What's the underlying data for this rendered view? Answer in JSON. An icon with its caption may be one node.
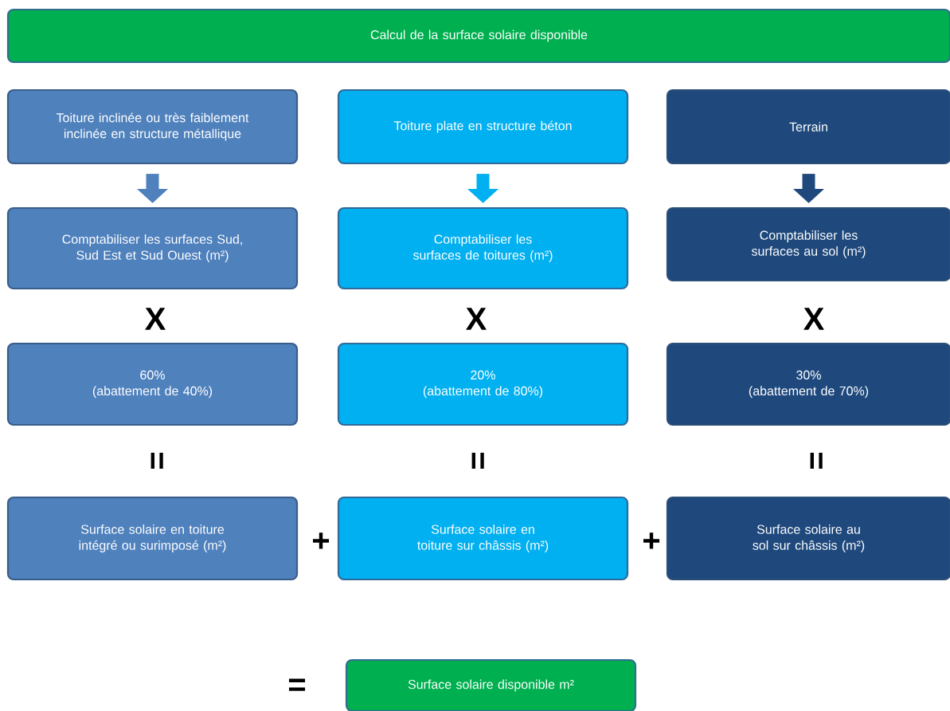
{
  "diagram": {
    "nodes": [
      {
        "text": [
          "Calcul de la surface solaire disponible"
        ]
      },
      {
        "text": [
          "Toiture inclinée ou très faiblement inclinée en structure métallique"
        ]
      },
      {
        "text": [
          "Toiture plate en structure béton"
        ]
      },
      {
        "text": [
          "Terrain"
        ]
      },
      {
        "text": [
          "Comptabiliser les surfaces Sud, Sud Est et Sud Ouest (m²)"
        ]
      },
      {
        "text": [
          "Comptabiliser les surfaces de toitures (m²)"
        ]
      },
      {
        "text": [
          "Comptabiliser les surfaces au sol (m²)"
        ]
      },
      {
        "text": [
          "60%",
          "(abattement de 40%)"
        ]
      },
      {
        "text": [
          "20%",
          "(abattement de 80%)"
        ]
      },
      {
        "text": [
          "30%",
          "(abattement de 70%)"
        ]
      },
      {
        "text": [
          "Surface solaire en toiture intégré ou surimposé (m²)"
        ]
      },
      {
        "text": [
          "Surface solaire en toiture sur châssis (m²)"
        ]
      },
      {
        "text": [
          "Surface solaire au sol sur châssis (m²)"
        ]
      },
      {
        "text": [
          "Surface solaire disponible m²"
        ]
      }
    ],
    "edges": [
      {
        "from": 1,
        "to": 4,
        "arrow": "to"
      },
      {
        "from": 2,
        "to": 5,
        "arrow": "to"
      },
      {
        "from": 3,
        "to": 6,
        "arrow": "to"
      }
    ],
    "labels": [
      "X",
      "X",
      "X",
      "=",
      "=",
      "=",
      "+",
      "+",
      "="
    ]
  }
}
